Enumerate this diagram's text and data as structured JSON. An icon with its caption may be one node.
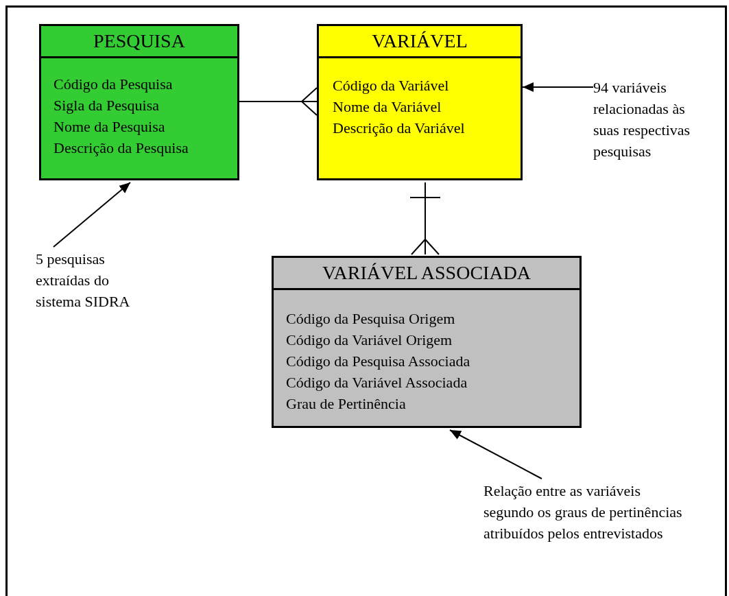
{
  "diagram": {
    "nodes": [
      {
        "text": [
          "PESQUISA",
          "Código da Pesquisa",
          "Sigla da Pesquisa",
          "Nome da Pesquisa",
          "Descrição da Pesquisa"
        ]
      },
      {
        "text": [
          "VARIÁVEL",
          "Código da Variável",
          "Nome da Variável",
          "Descrição da Variável"
        ]
      },
      {
        "text": [
          "VARIÁVEL ASSOCIADA",
          "Código da Pesquisa Origem",
          "Código da Variável Origem",
          "Código da Pesquisa Associada",
          "Código da Variável Associada",
          "Grau de Pertinência"
        ]
      },
      {
        "text": [
          "94 variáveis relacionadas às suas respectivas pesquisas"
        ]
      },
      {
        "text": [
          "5 pesquisas extraídas do sistema SIDRA"
        ]
      },
      {
        "text": [
          "Relação entre as variáveis segundo os graus de pertinências atribuídos pelos entrevistados"
        ]
      }
    ],
    "edges": [
      {
        "from": 0,
        "to": 1,
        "arrow": "other"
      },
      {
        "from": 1,
        "to": 2,
        "arrow": "other"
      },
      {
        "from": 3,
        "to": 1,
        "arrow": "to"
      },
      {
        "from": 4,
        "to": 0,
        "arrow": "to"
      },
      {
        "from": 5,
        "to": 2,
        "arrow": "to"
      }
    ]
  }
}
